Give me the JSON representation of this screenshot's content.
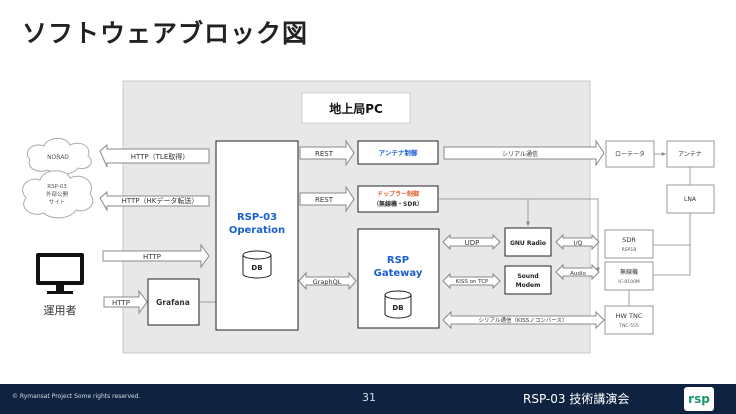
{
  "title": "ソフトウェアブロック図",
  "footer": {
    "copyright": "© Rymansat Project Some rights reserved.",
    "page_number": "31",
    "event": "RSP-03 技術講演会",
    "logo_text": "rsp"
  },
  "diagram": {
    "pc_label": "地上局PC",
    "external": {
      "norad": "NORAD",
      "public_site": [
        "RSP-03",
        "外部公開",
        "サイト"
      ],
      "user": "運用者"
    },
    "operation": {
      "title_line1": "RSP-03",
      "title_line2": "Operation",
      "db": "DB"
    },
    "grafana": "Grafana",
    "gateway": {
      "title_line1": "RSP",
      "title_line2": "Gateway",
      "db": "DB"
    },
    "antenna_ctrl": "アンテナ制御",
    "doppler_ctrl_line1": "ドップラー制御",
    "doppler_ctrl_line2": "（無線機・SDR）",
    "gnu_radio": "GNU Radio",
    "sound_modem_line1": "Sound",
    "sound_modem_line2": "Modem",
    "arrows": {
      "http_tle": "HTTP（TLE取得）",
      "http_hk": "HTTP（HKデータ転送）",
      "http_user": "HTTP",
      "http_grafana": "HTTP",
      "rest_antenna": "REST",
      "rest_doppler": "REST",
      "graphql": "GraphQL",
      "udp": "UDP",
      "kiss_tcp": "KISS on TCP",
      "serial_antenna": "シリアル通信",
      "serial_kiss": "シリアル通信（KISSノコンバース）",
      "iq": "I/Q",
      "audio": "Audio"
    },
    "hardware": {
      "rotator": "ローテータ",
      "antenna": "アンテナ",
      "lna": "LNA",
      "sdr": "SDR",
      "sdr_model": "RSP1B",
      "radio": "無線機",
      "radio_model": "IC-9100M",
      "tnc": "HW TNC",
      "tnc_model": "TNC-555"
    }
  },
  "colors": {
    "accent_blue": "#1b5fd0",
    "doppler_orange": "#d9602a",
    "pc_background": "#e8e8e8",
    "footer_background": "#0f2340"
  }
}
